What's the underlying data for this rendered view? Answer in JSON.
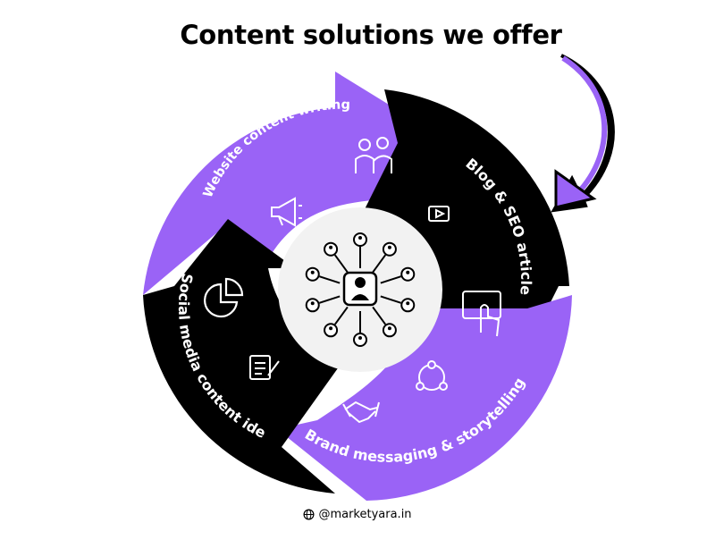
{
  "title": "Content solutions we offer",
  "footer": {
    "handle": "@marketyara.in",
    "icon": "globe-icon"
  },
  "colors": {
    "purple": "#9A63F6",
    "black": "#000000",
    "center": "#F2F2F2",
    "white": "#FFFFFF"
  },
  "segments": [
    {
      "label": "Website content writing",
      "color": "purple",
      "icons": [
        "people-icon",
        "megaphone-icon"
      ]
    },
    {
      "label": "Blog & SEO articles",
      "color": "black",
      "icons": [
        "video-play-icon",
        "tablet-touch-icon"
      ]
    },
    {
      "label": "Brand messaging & storytelling",
      "color": "purple",
      "icons": [
        "network-icon",
        "handshake-icon"
      ]
    },
    {
      "label": "Social media content ideas",
      "color": "black",
      "icons": [
        "pie-chart-icon",
        "notepad-icon"
      ]
    }
  ],
  "center": {
    "icon": "user-network-icon"
  }
}
